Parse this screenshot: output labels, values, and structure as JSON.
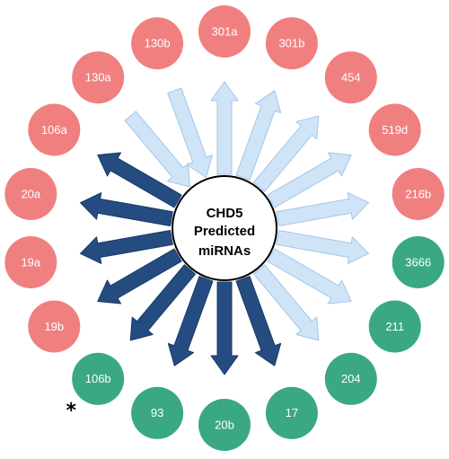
{
  "center": {
    "lines": [
      "CHD5",
      "Predicted",
      "miRNAs"
    ]
  },
  "colors": {
    "node_red": "#f08080",
    "node_green": "#3aa884",
    "arrow_light_fill": "#cfe4f7",
    "arrow_light_stroke": "#a4c6e8",
    "arrow_dark_fill": "#244c80",
    "arrow_dark_stroke": "#173a66"
  },
  "nodes": [
    {
      "label": "301a",
      "color": "red"
    },
    {
      "label": "301b",
      "color": "red"
    },
    {
      "label": "454",
      "color": "red"
    },
    {
      "label": "519d",
      "color": "red"
    },
    {
      "label": "216b",
      "color": "red"
    },
    {
      "label": "3666",
      "color": "green"
    },
    {
      "label": "211",
      "color": "green"
    },
    {
      "label": "204",
      "color": "green"
    },
    {
      "label": "17",
      "color": "green"
    },
    {
      "label": "20b",
      "color": "green"
    },
    {
      "label": "93",
      "color": "green"
    },
    {
      "label": "106b",
      "color": "green"
    },
    {
      "label": "19b",
      "color": "red"
    },
    {
      "label": "19a",
      "color": "red"
    },
    {
      "label": "20a",
      "color": "red"
    },
    {
      "label": "106a",
      "color": "red"
    },
    {
      "label": "130a",
      "color": "red"
    },
    {
      "label": "130b",
      "color": "red"
    }
  ],
  "arrows": [
    {
      "direction": "out",
      "shade": "light"
    },
    {
      "direction": "out",
      "shade": "light"
    },
    {
      "direction": "out",
      "shade": "light"
    },
    {
      "direction": "out",
      "shade": "light"
    },
    {
      "direction": "out",
      "shade": "light"
    },
    {
      "direction": "out",
      "shade": "light"
    },
    {
      "direction": "out",
      "shade": "light"
    },
    {
      "direction": "out",
      "shade": "light"
    },
    {
      "direction": "out",
      "shade": "dark"
    },
    {
      "direction": "out",
      "shade": "dark"
    },
    {
      "direction": "out",
      "shade": "dark"
    },
    {
      "direction": "out",
      "shade": "dark"
    },
    {
      "direction": "out",
      "shade": "dark"
    },
    {
      "direction": "out",
      "shade": "dark"
    },
    {
      "direction": "out",
      "shade": "dark"
    },
    {
      "direction": "out",
      "shade": "dark"
    },
    {
      "direction": "in",
      "shade": "light"
    },
    {
      "direction": "in",
      "shade": "light"
    }
  ],
  "marker": {
    "symbol": "*",
    "node_label": "106b"
  }
}
